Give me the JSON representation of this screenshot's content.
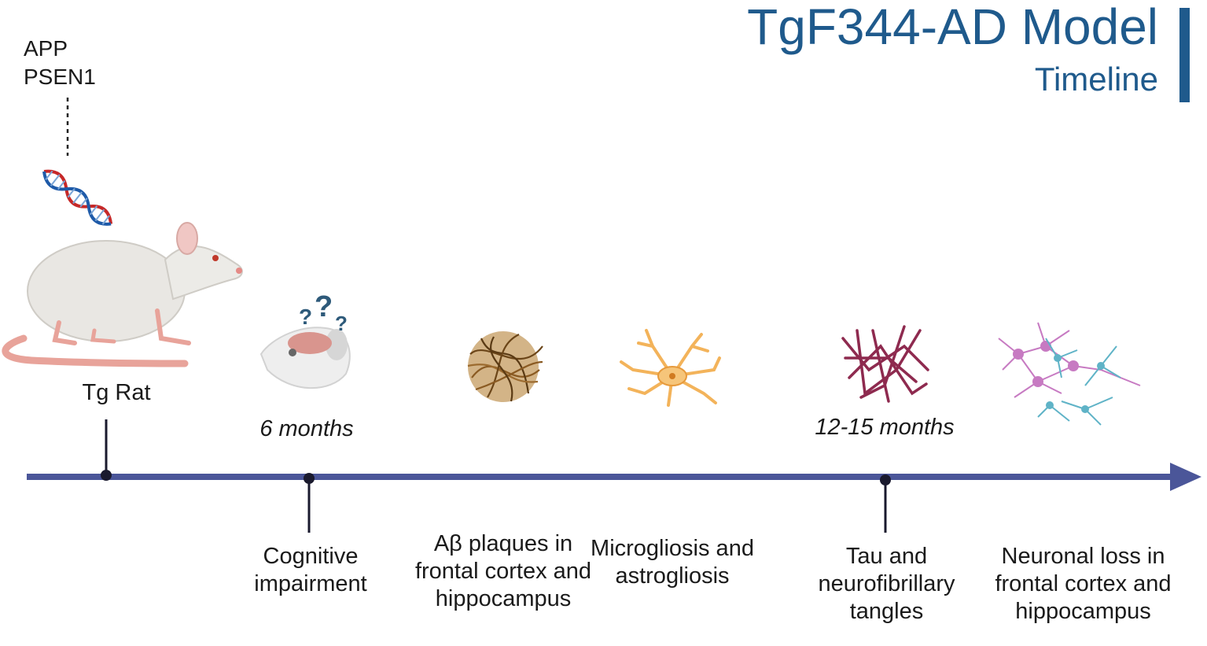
{
  "title": "TgF344-AD Model",
  "subtitle": "Timeline",
  "genes": [
    "APP",
    "PSEN1"
  ],
  "subject_label": "Tg Rat",
  "time_labels": [
    "6 months",
    "12-15 months"
  ],
  "events": [
    "Cognitive impairment",
    "Aβ plaques in frontal cortex and hippocampus",
    "Microgliosis and astrogliosis",
    "Tau and neurofibrillary tangles",
    "Neuronal loss in frontal cortex and hippocampus"
  ],
  "icons": [
    "dna-icon",
    "rat-icon",
    "confused-mouse-icon",
    "amyloid-plaque-icon",
    "astrocyte-icon",
    "tau-tangle-icon",
    "neuron-network-icon"
  ],
  "colors": {
    "title": "#1f5a8c",
    "timeline": "#4b5699",
    "plaque": "#9c6b2f",
    "astrocyte": "#f3b35a",
    "tau": "#8e2a4f",
    "neuron_pink": "#c77ac2",
    "neuron_teal": "#5fb3c7"
  }
}
